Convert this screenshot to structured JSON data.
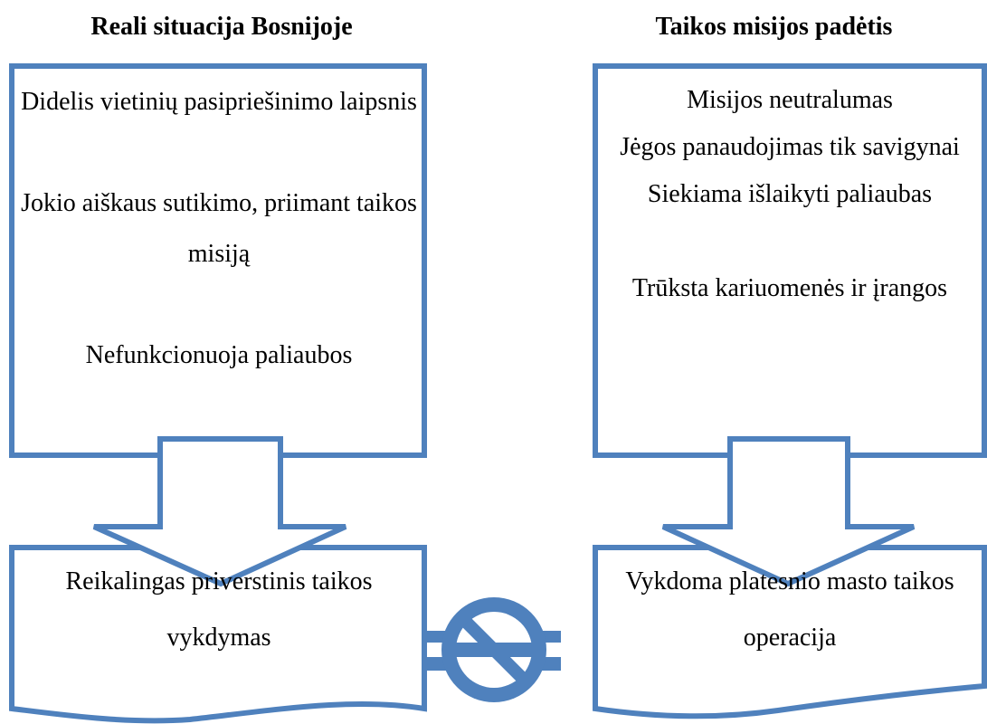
{
  "left": {
    "heading": "Reali situacija Bosnijoje",
    "top_items": [
      "Didelis vietinių pasipriešinimo laipsnis",
      "Jokio aiškaus sutikimo, priimant taikos misiją",
      "Nefunkcionuoja paliaubos"
    ],
    "result": "Reikalingas priverstinis taikos vykdymas"
  },
  "right": {
    "heading": "Taikos misijos padėtis",
    "top_items": [
      "Misijos neutralumas",
      "Jėgos panaudojimas tik savigynai",
      "Siekiama išlaikyti paliaubas",
      "Trūksta kariuomenės ir įrangos"
    ],
    "result": "Vykdoma platesnio masto taikos operacija"
  },
  "colors": {
    "outline": "#4f81bd",
    "icon_fill": "#4f81bd"
  },
  "icons": {
    "center": "no-symbol-icon"
  }
}
